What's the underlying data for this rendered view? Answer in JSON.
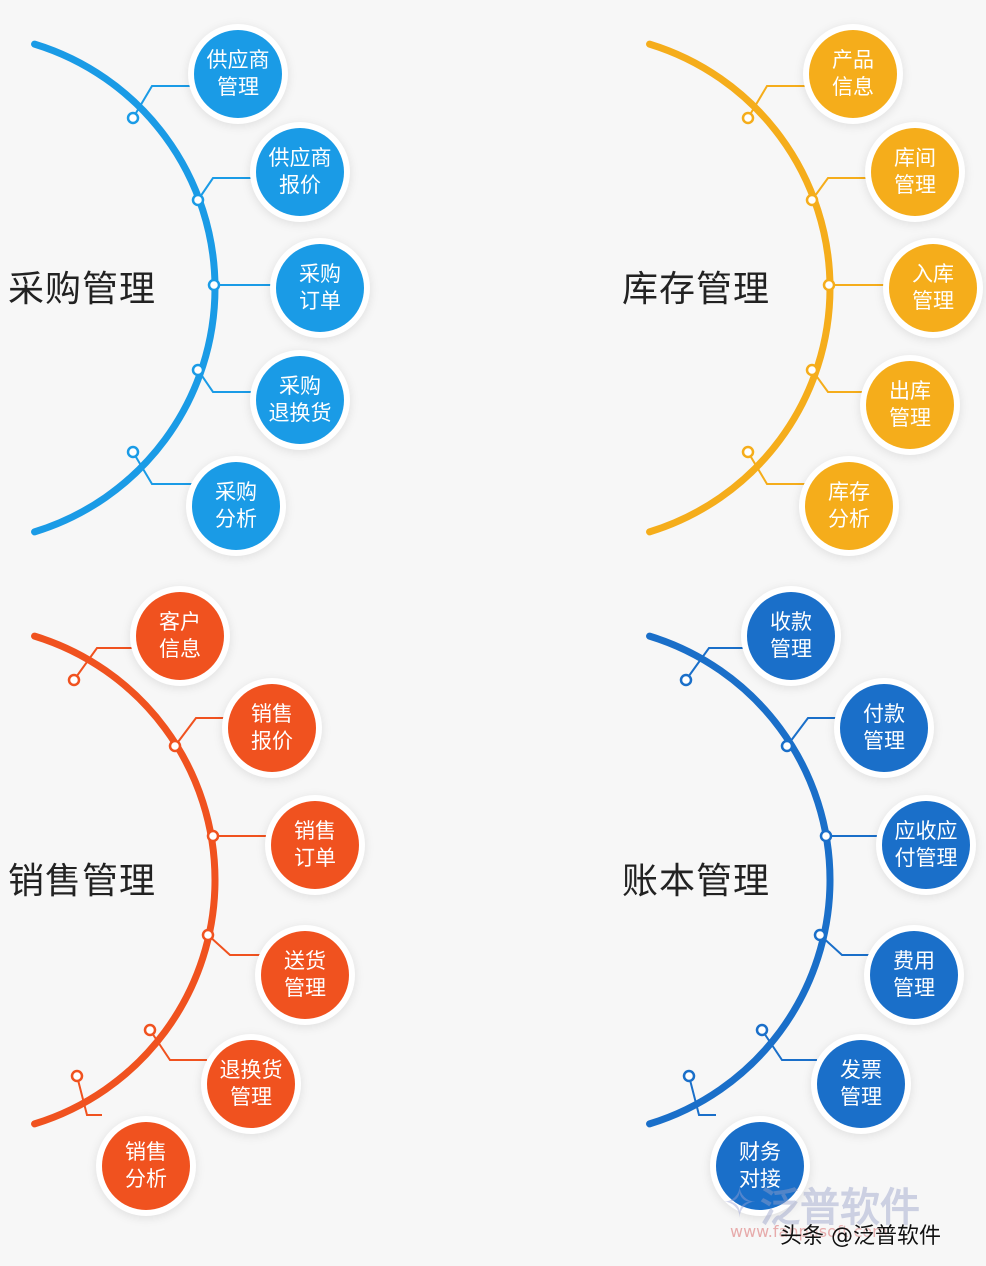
{
  "modules": [
    {
      "id": "purchase",
      "title": "采购管理",
      "color": "#1a9be6",
      "nodes": [
        [
          "供应商",
          "管理"
        ],
        [
          "供应商",
          "报价"
        ],
        [
          "采购",
          "订单"
        ],
        [
          "采购",
          "退换货"
        ],
        [
          "采购",
          "分析"
        ]
      ]
    },
    {
      "id": "inventory",
      "title": "库存管理",
      "color": "#f5ad1b",
      "nodes": [
        [
          "产品",
          "信息"
        ],
        [
          "库间",
          "管理"
        ],
        [
          "入库",
          "管理"
        ],
        [
          "出库",
          "管理"
        ],
        [
          "库存",
          "分析"
        ]
      ]
    },
    {
      "id": "sales",
      "title": "销售管理",
      "color": "#f0521f",
      "nodes": [
        [
          "客户",
          "信息"
        ],
        [
          "销售",
          "报价"
        ],
        [
          "销售",
          "订单"
        ],
        [
          "送货",
          "管理"
        ],
        [
          "退换货",
          "管理"
        ],
        [
          "销售",
          "分析"
        ]
      ]
    },
    {
      "id": "accounts",
      "title": "账本管理",
      "color": "#1a6fc9",
      "nodes": [
        [
          "收款",
          "管理"
        ],
        [
          "付款",
          "管理"
        ],
        [
          "应收应",
          "付管理"
        ],
        [
          "费用",
          "管理"
        ],
        [
          "发票",
          "管理"
        ],
        [
          "财务",
          "对接"
        ]
      ]
    }
  ],
  "watermark": {
    "brand": "泛普软件",
    "logo_glyph": "✧",
    "url": "www.fanpusoft.com"
  },
  "footer": "头条 @泛普软件"
}
